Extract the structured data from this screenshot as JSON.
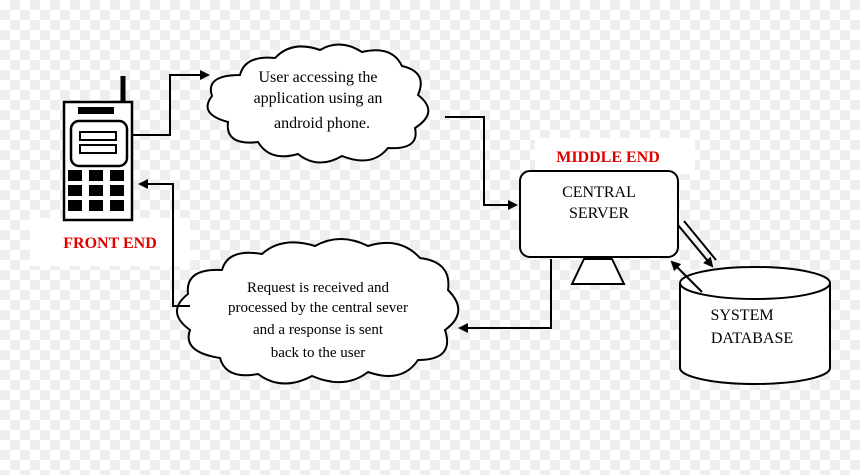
{
  "diagram": {
    "front_end_label": "FRONT  END",
    "middle_end_label": "MIDDLE END",
    "server_label_line1": "CENTRAL",
    "server_label_line2": "SERVER",
    "database_label_line1": "SYSTEM",
    "database_label_line2": "DATABASE",
    "cloud_top": {
      "line1": "User accessing the",
      "line2": "application using an",
      "line3": "android phone."
    },
    "cloud_bottom": {
      "line1": "Request is received and",
      "line2": "processed by the central sever",
      "line3": "and a response is sent",
      "line4": "back to the user"
    },
    "colors": {
      "label_red": "#e00000",
      "stroke": "#000000"
    }
  }
}
